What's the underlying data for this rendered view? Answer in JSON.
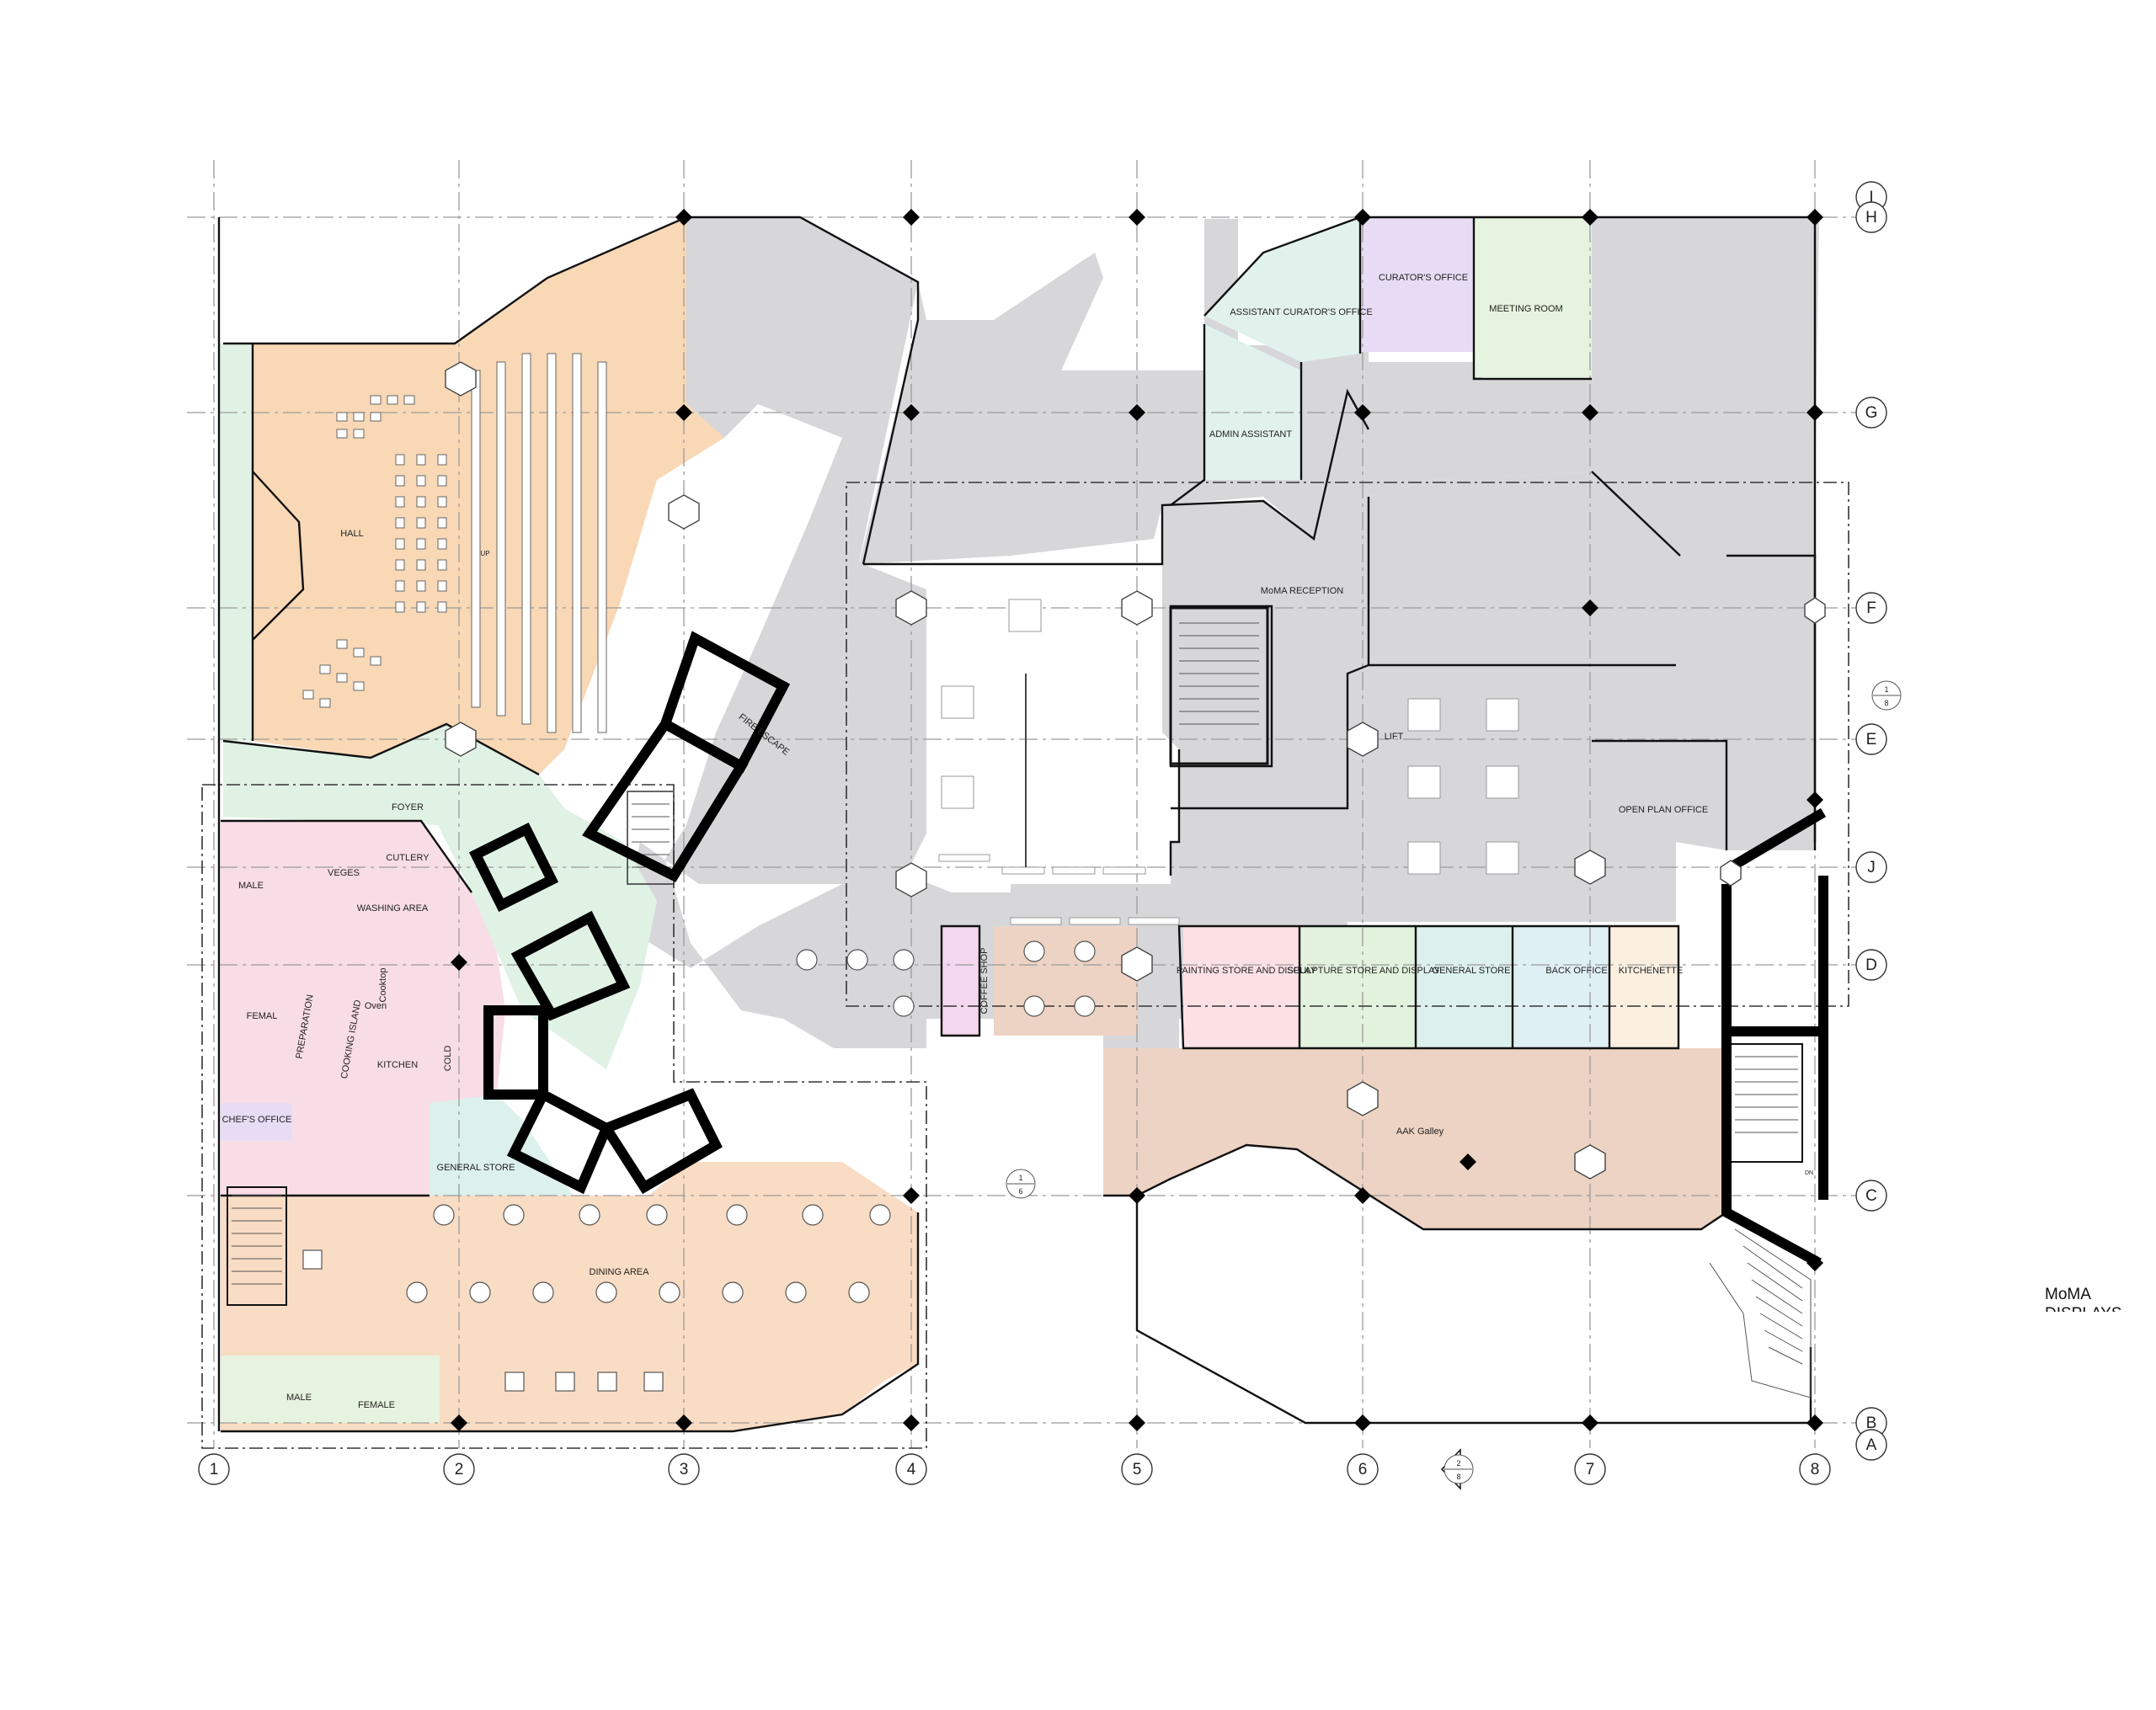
{
  "grid": {
    "columns": [
      "1",
      "2",
      "3",
      "4",
      "5",
      "6",
      "7",
      "8"
    ],
    "rows": [
      "I",
      "H",
      "G",
      "F",
      "E",
      "J",
      "D",
      "C",
      "B",
      "A"
    ]
  },
  "rooms": {
    "hall": "HALL",
    "foyer": "FOYER",
    "fire_escape": "FIRE ESCAPE",
    "veges": "VEGES",
    "cutlery": "CUTLERY",
    "washing_area": "WASHING AREA",
    "male_top": "MALE",
    "female_top": "FEMAL",
    "preparation": "PREPARATION",
    "cooking_island": "COOKING ISLAND",
    "cooktop": "Cooktop",
    "oven": "Oven",
    "kitchen": "KITCHEN",
    "cold": "COLD",
    "chefs_office": "CHEF'S OFFICE",
    "general_store_kitchen": "GENERAL STORE",
    "dining_area": "DINING AREA",
    "male_bottom": "MALE",
    "female_bottom": "FEMALE",
    "assistant_curators_office": "ASSISTANT CURATOR'S OFFICE",
    "curators_office": "CURATOR'S OFFICE",
    "meeting_room": "MEETING ROOM",
    "admin_assistant": "ADMIN ASSISTANT",
    "moma_reception": "MoMA RECEPTION",
    "lift": "LIFT",
    "open_plan_office": "OPEN PLAN OFFICE",
    "coffee_shop": "COFFEE SHOP",
    "painting_store": "PAINTING STORE AND DISPLAY",
    "sculpture_store": "SCULPTURE STORE AND DISPLAY",
    "general_store": "GENERAL STORE",
    "back_office": "BACK OFFICE",
    "kitchenette": "KITCHENETTE",
    "aak_galley": "AAK Galley",
    "up": "UP",
    "dn": "DN"
  },
  "section_markers": {
    "marker_18_top": "1",
    "marker_18_bottom": "8",
    "marker_16_top": "1",
    "marker_16_bottom": "6",
    "marker_28_top": "2",
    "marker_28_bottom": "8"
  },
  "title": {
    "line1": "MoMA",
    "line2": "DISPLAYS"
  },
  "colors": {
    "hall": "#f9d8b6",
    "foyer": "#dff2e4",
    "kitchen": "#f9dde6",
    "gallery": "#d6d6d9",
    "galley": "#edd3c3",
    "dining": "#f9dcc4",
    "curator": "#e8dcf5",
    "meeting": "#e6f3df",
    "assistant": "#e1f2ec",
    "painting": "#fbe0e4",
    "sculpture": "#e2f2dc",
    "general": "#dcf1ec",
    "back_office": "#dff0f5",
    "kitchenette": "#fbefe0"
  }
}
